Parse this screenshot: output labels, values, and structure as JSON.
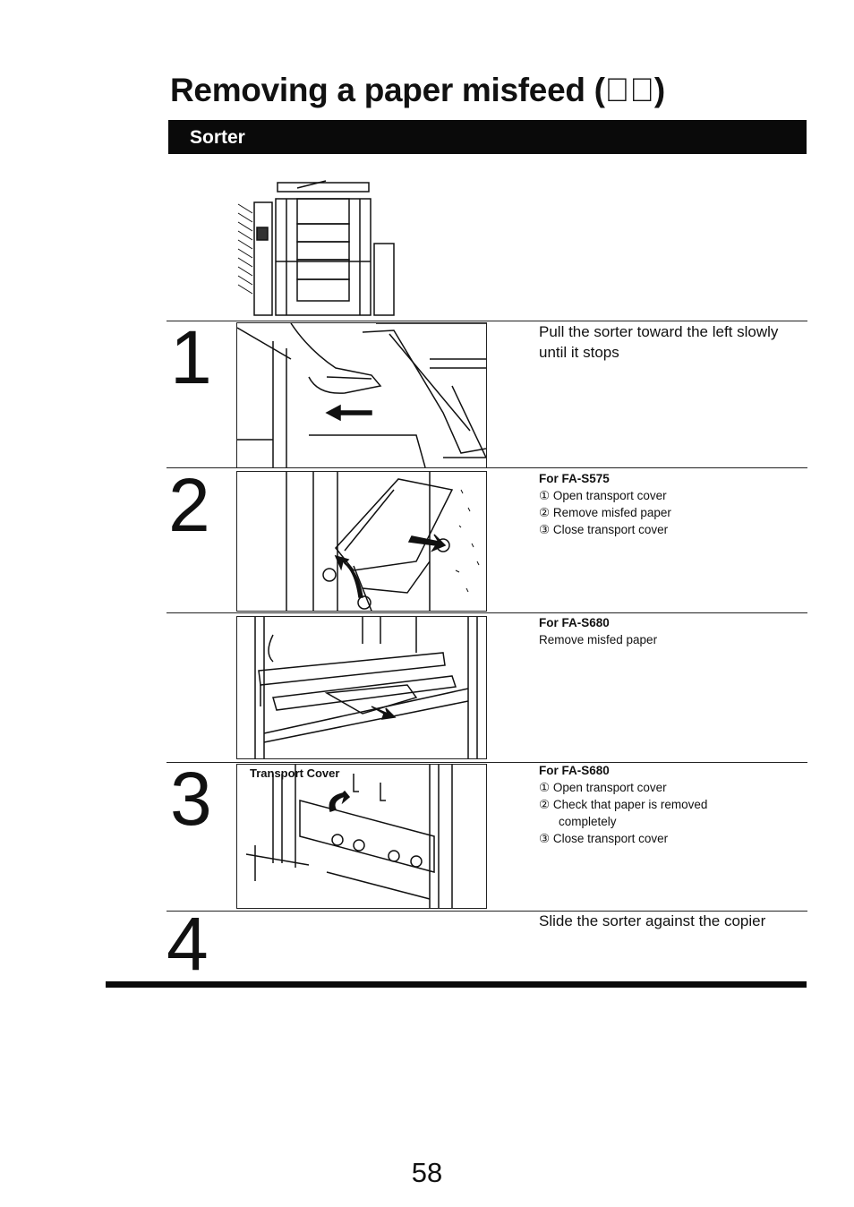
{
  "page": {
    "title": "Removing a paper misfeed (≷⃞)",
    "section": "Sorter",
    "page_number": "58"
  },
  "steps": [
    {
      "number": "1",
      "text": "Pull the sorter toward the left slowly until it stops"
    },
    {
      "number": "2",
      "heading": "For FA-S575",
      "lines": [
        "① Open transport cover",
        "② Remove misfed paper",
        "③ Close transport cover"
      ]
    },
    {
      "number": "",
      "heading": "For FA-S680",
      "lines": [
        "Remove misfed paper"
      ]
    },
    {
      "number": "3",
      "figure_label": "Transport Cover",
      "heading": "For FA-S680",
      "lines": [
        "① Open transport cover",
        "② Check that paper is removed",
        "completely",
        "③ Close transport cover"
      ]
    },
    {
      "number": "4",
      "text": "Slide the sorter against the copier"
    }
  ]
}
